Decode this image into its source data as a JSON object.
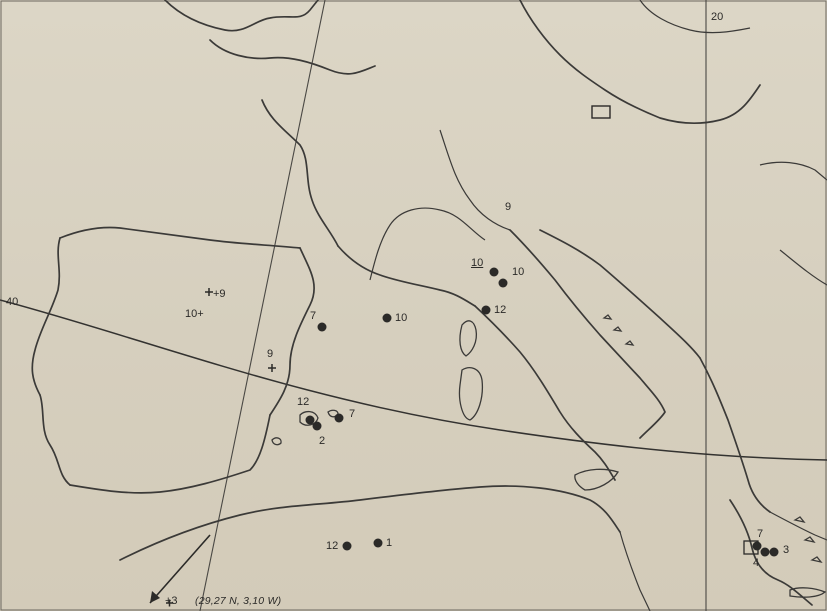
{
  "map": {
    "grid_labels": {
      "longitude_20": "20",
      "latitude_40": "40"
    },
    "sites": [
      {
        "id": "1",
        "label": "1"
      },
      {
        "id": "2",
        "label": "2"
      },
      {
        "id": "3",
        "label": "3"
      },
      {
        "id": "4",
        "label": "4"
      },
      {
        "id": "7a",
        "label": "7"
      },
      {
        "id": "7b",
        "label": "7"
      },
      {
        "id": "7c",
        "label": "7"
      },
      {
        "id": "9a",
        "label": "9"
      },
      {
        "id": "9b",
        "label": "9"
      },
      {
        "id": "9c",
        "label": "+9"
      },
      {
        "id": "10a",
        "label": "10"
      },
      {
        "id": "10b",
        "label": "10"
      },
      {
        "id": "10c",
        "label": "10"
      },
      {
        "id": "10d",
        "label": "10+"
      },
      {
        "id": "12a",
        "label": "12"
      },
      {
        "id": "12b",
        "label": "12"
      },
      {
        "id": "12c",
        "label": "12"
      },
      {
        "id": "3b",
        "label": "+3"
      }
    ],
    "off_map_point": {
      "label": "(29,27 N, 3,10 W)"
    },
    "colors": {
      "paper": "#d8d2c2",
      "ink": "#2b2a28"
    }
  }
}
